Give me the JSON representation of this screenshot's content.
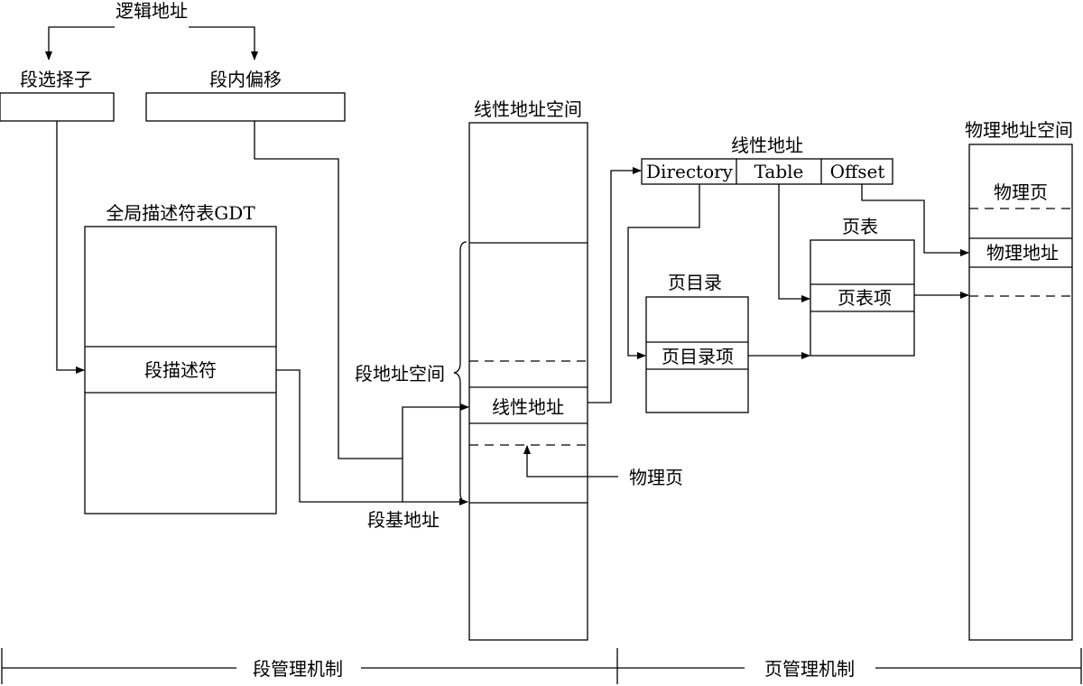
{
  "logical_address": {
    "title": "逻辑地址",
    "selector_label": "段选择子",
    "offset_label": "段内偏移"
  },
  "gdt": {
    "title": "全局描述符表GDT",
    "descriptor_label": "段描述符"
  },
  "linear_space": {
    "title": "线性地址空间",
    "segment_space_label": "段地址空间",
    "linear_address_label": "线性地址",
    "segment_base_label": "段基地址",
    "physical_page_label": "物理页"
  },
  "linear_address_format": {
    "title": "线性地址",
    "fields": [
      "Directory",
      "Table",
      "Offset"
    ]
  },
  "page_directory": {
    "title": "页目录",
    "entry_label": "页目录项"
  },
  "page_table": {
    "title": "页表",
    "entry_label": "页表项"
  },
  "physical_space": {
    "title": "物理地址空间",
    "page_label": "物理页",
    "address_label": "物理地址"
  },
  "mechanisms": {
    "segmentation": "段管理机制",
    "paging": "页管理机制"
  }
}
